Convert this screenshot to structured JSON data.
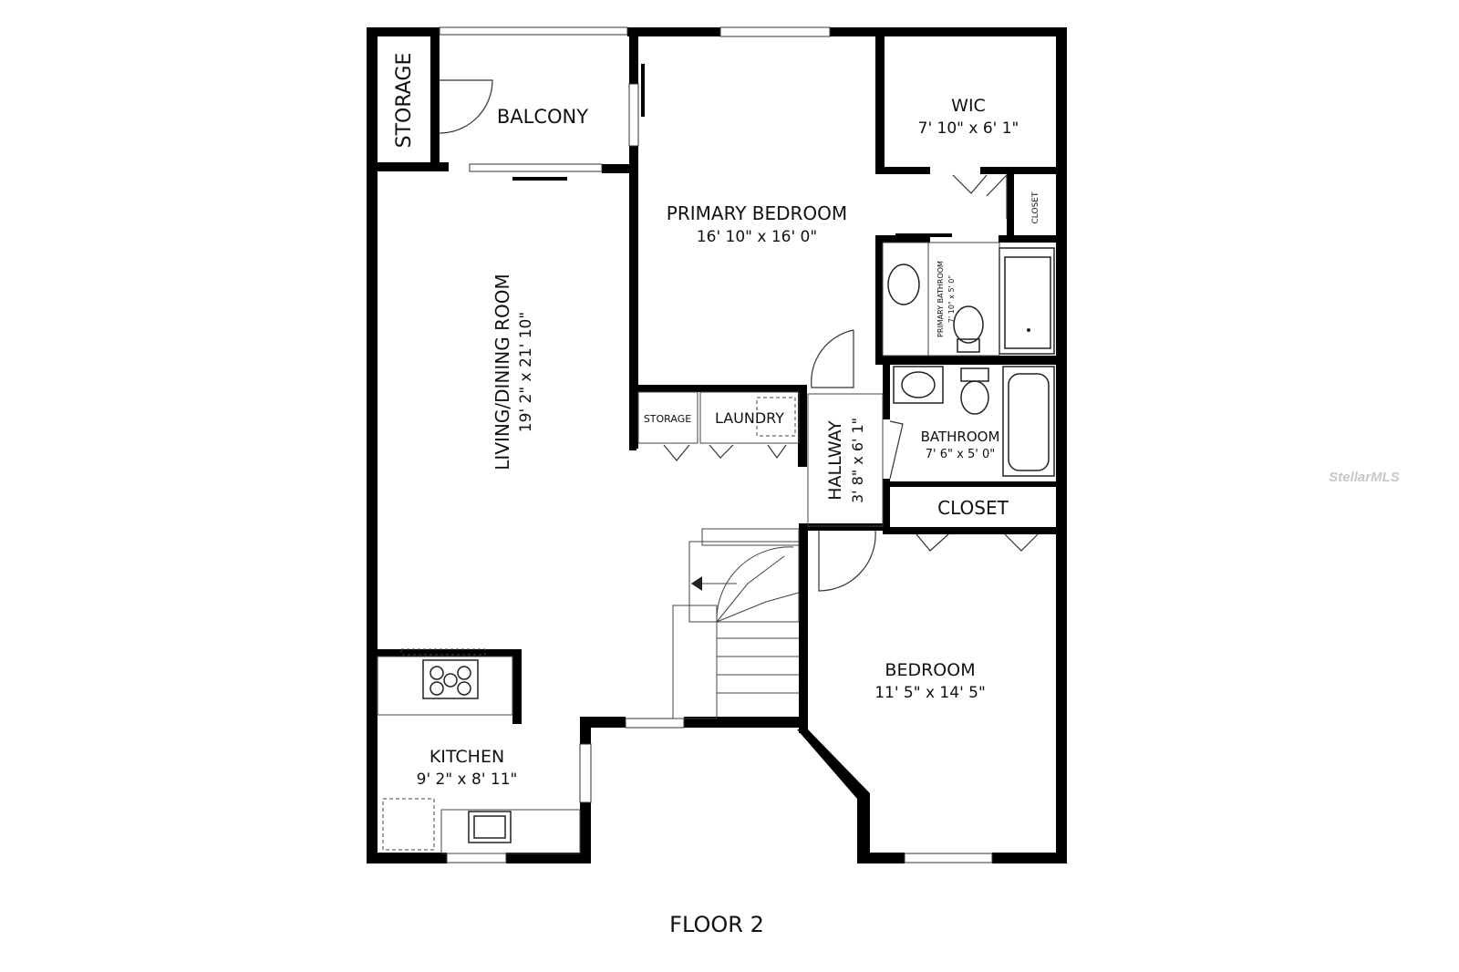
{
  "rooms": {
    "storage_top": "STORAGE",
    "balcony": "BALCONY",
    "wic": {
      "name": "WIC",
      "dims": "7' 10\" x 6' 1\""
    },
    "closet_small": "CLOSET",
    "primary_bedroom": {
      "name": "PRIMARY BEDROOM",
      "dims": "16' 10\" x 16' 0\""
    },
    "primary_bathroom": {
      "name": "PRIMARY BATHROOM",
      "dims": "7' 10\" x 5' 0\""
    },
    "living_dining": {
      "name": "LIVING/DINING ROOM",
      "dims": "19' 2\" x 21' 10\""
    },
    "storage_small": "STORAGE",
    "laundry": "LAUNDRY",
    "hallway": {
      "name": "HALLWAY",
      "dims": "3' 8\" x 6' 1\""
    },
    "bathroom": {
      "name": "BATHROOM",
      "dims": "7' 6\" x 5' 0\""
    },
    "closet": "CLOSET",
    "bedroom": {
      "name": "BEDROOM",
      "dims": "11' 5\" x 14' 5\""
    },
    "kitchen": {
      "name": "KITCHEN",
      "dims": "9' 2\" x 8' 11\""
    }
  },
  "floor_label": "FLOOR 2",
  "watermark": "StellarMLS"
}
